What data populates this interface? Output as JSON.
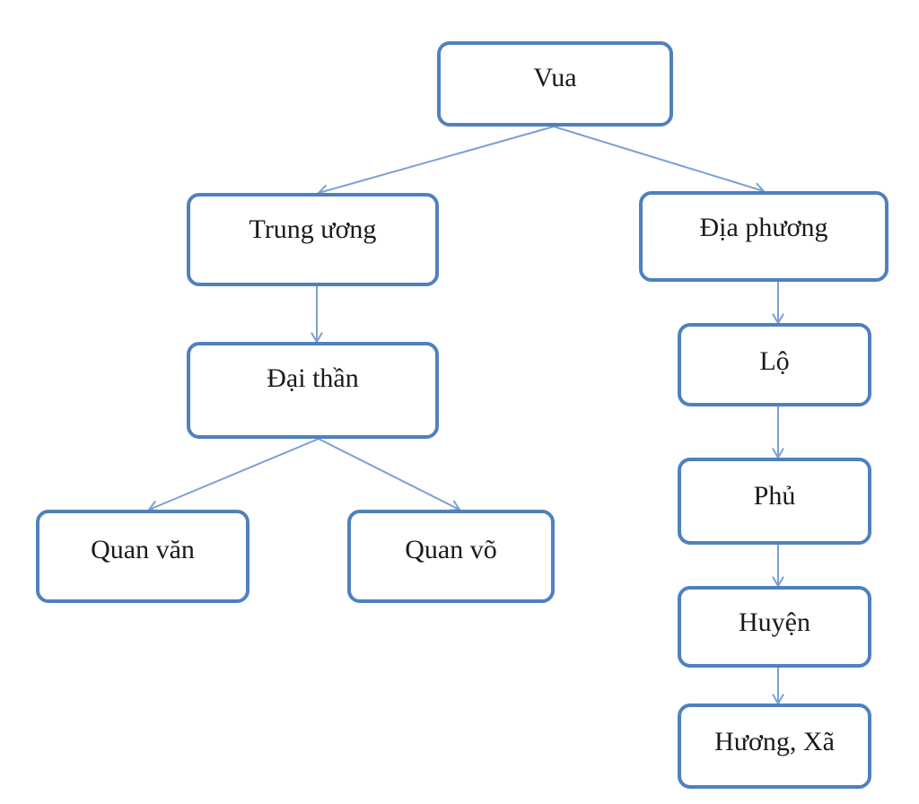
{
  "diagram": {
    "line_color": "#7ba0d4",
    "border_color": "#4f81bd",
    "nodes": {
      "vua": "Vua",
      "trung_uong": "Trung ương",
      "dia_phuong": "Địa phương",
      "dai_than": "Đại thần",
      "quan_van": "Quan văn",
      "quan_vo": "Quan võ",
      "lo": "Lộ",
      "phu": "Phủ",
      "huyen": "Huyện",
      "huong_xa": "Hương, Xã"
    },
    "edges": [
      [
        "vua",
        "trung_uong"
      ],
      [
        "vua",
        "dia_phuong"
      ],
      [
        "trung_uong",
        "dai_than"
      ],
      [
        "dai_than",
        "quan_van"
      ],
      [
        "dai_than",
        "quan_vo"
      ],
      [
        "dia_phuong",
        "lo"
      ],
      [
        "lo",
        "phu"
      ],
      [
        "phu",
        "huyen"
      ],
      [
        "huyen",
        "huong_xa"
      ]
    ]
  }
}
